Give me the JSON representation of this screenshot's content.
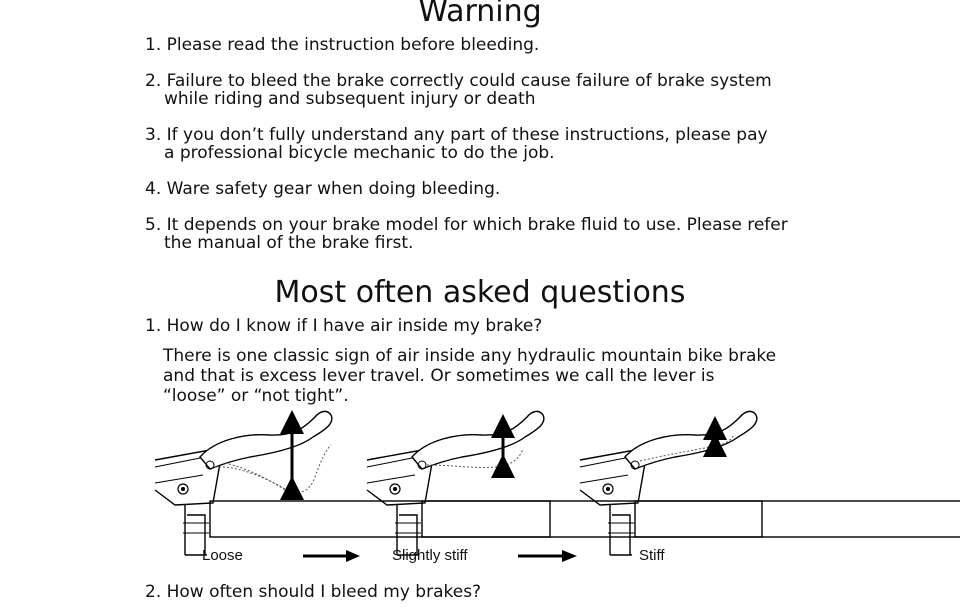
{
  "warning": {
    "title": "Warning",
    "items": [
      {
        "line1": "1. Please read the instruction before bleeding.",
        "line2": ""
      },
      {
        "line1": "2. Failure to bleed the brake correctly could cause failure of brake system",
        "line2": "while riding and subsequent injury or death"
      },
      {
        "line1": "3. If you don’t fully understand any part of these instructions, please pay",
        "line2": "a professional bicycle mechanic to do the job."
      },
      {
        "line1": "4. Ware safety gear when doing bleeding.",
        "line2": ""
      },
      {
        "line1": "5. It depends on your brake model for which brake fluid to use. Please refer",
        "line2": "the manual of the brake first."
      }
    ]
  },
  "faq": {
    "title": "Most often asked questions",
    "q1": "1. How do I know if I have air inside my brake?",
    "a1": {
      "line1": "There is one classic sign of air inside any hydraulic mountain bike brake",
      "line2": "and that is excess lever travel. Or sometimes we call the lever is",
      "line3": "“loose” or “not tight”."
    },
    "q2": "2. How often should I bleed my brakes?"
  },
  "diagram": {
    "labels": [
      "Loose",
      "Slightly stiff",
      "Stiff"
    ]
  }
}
